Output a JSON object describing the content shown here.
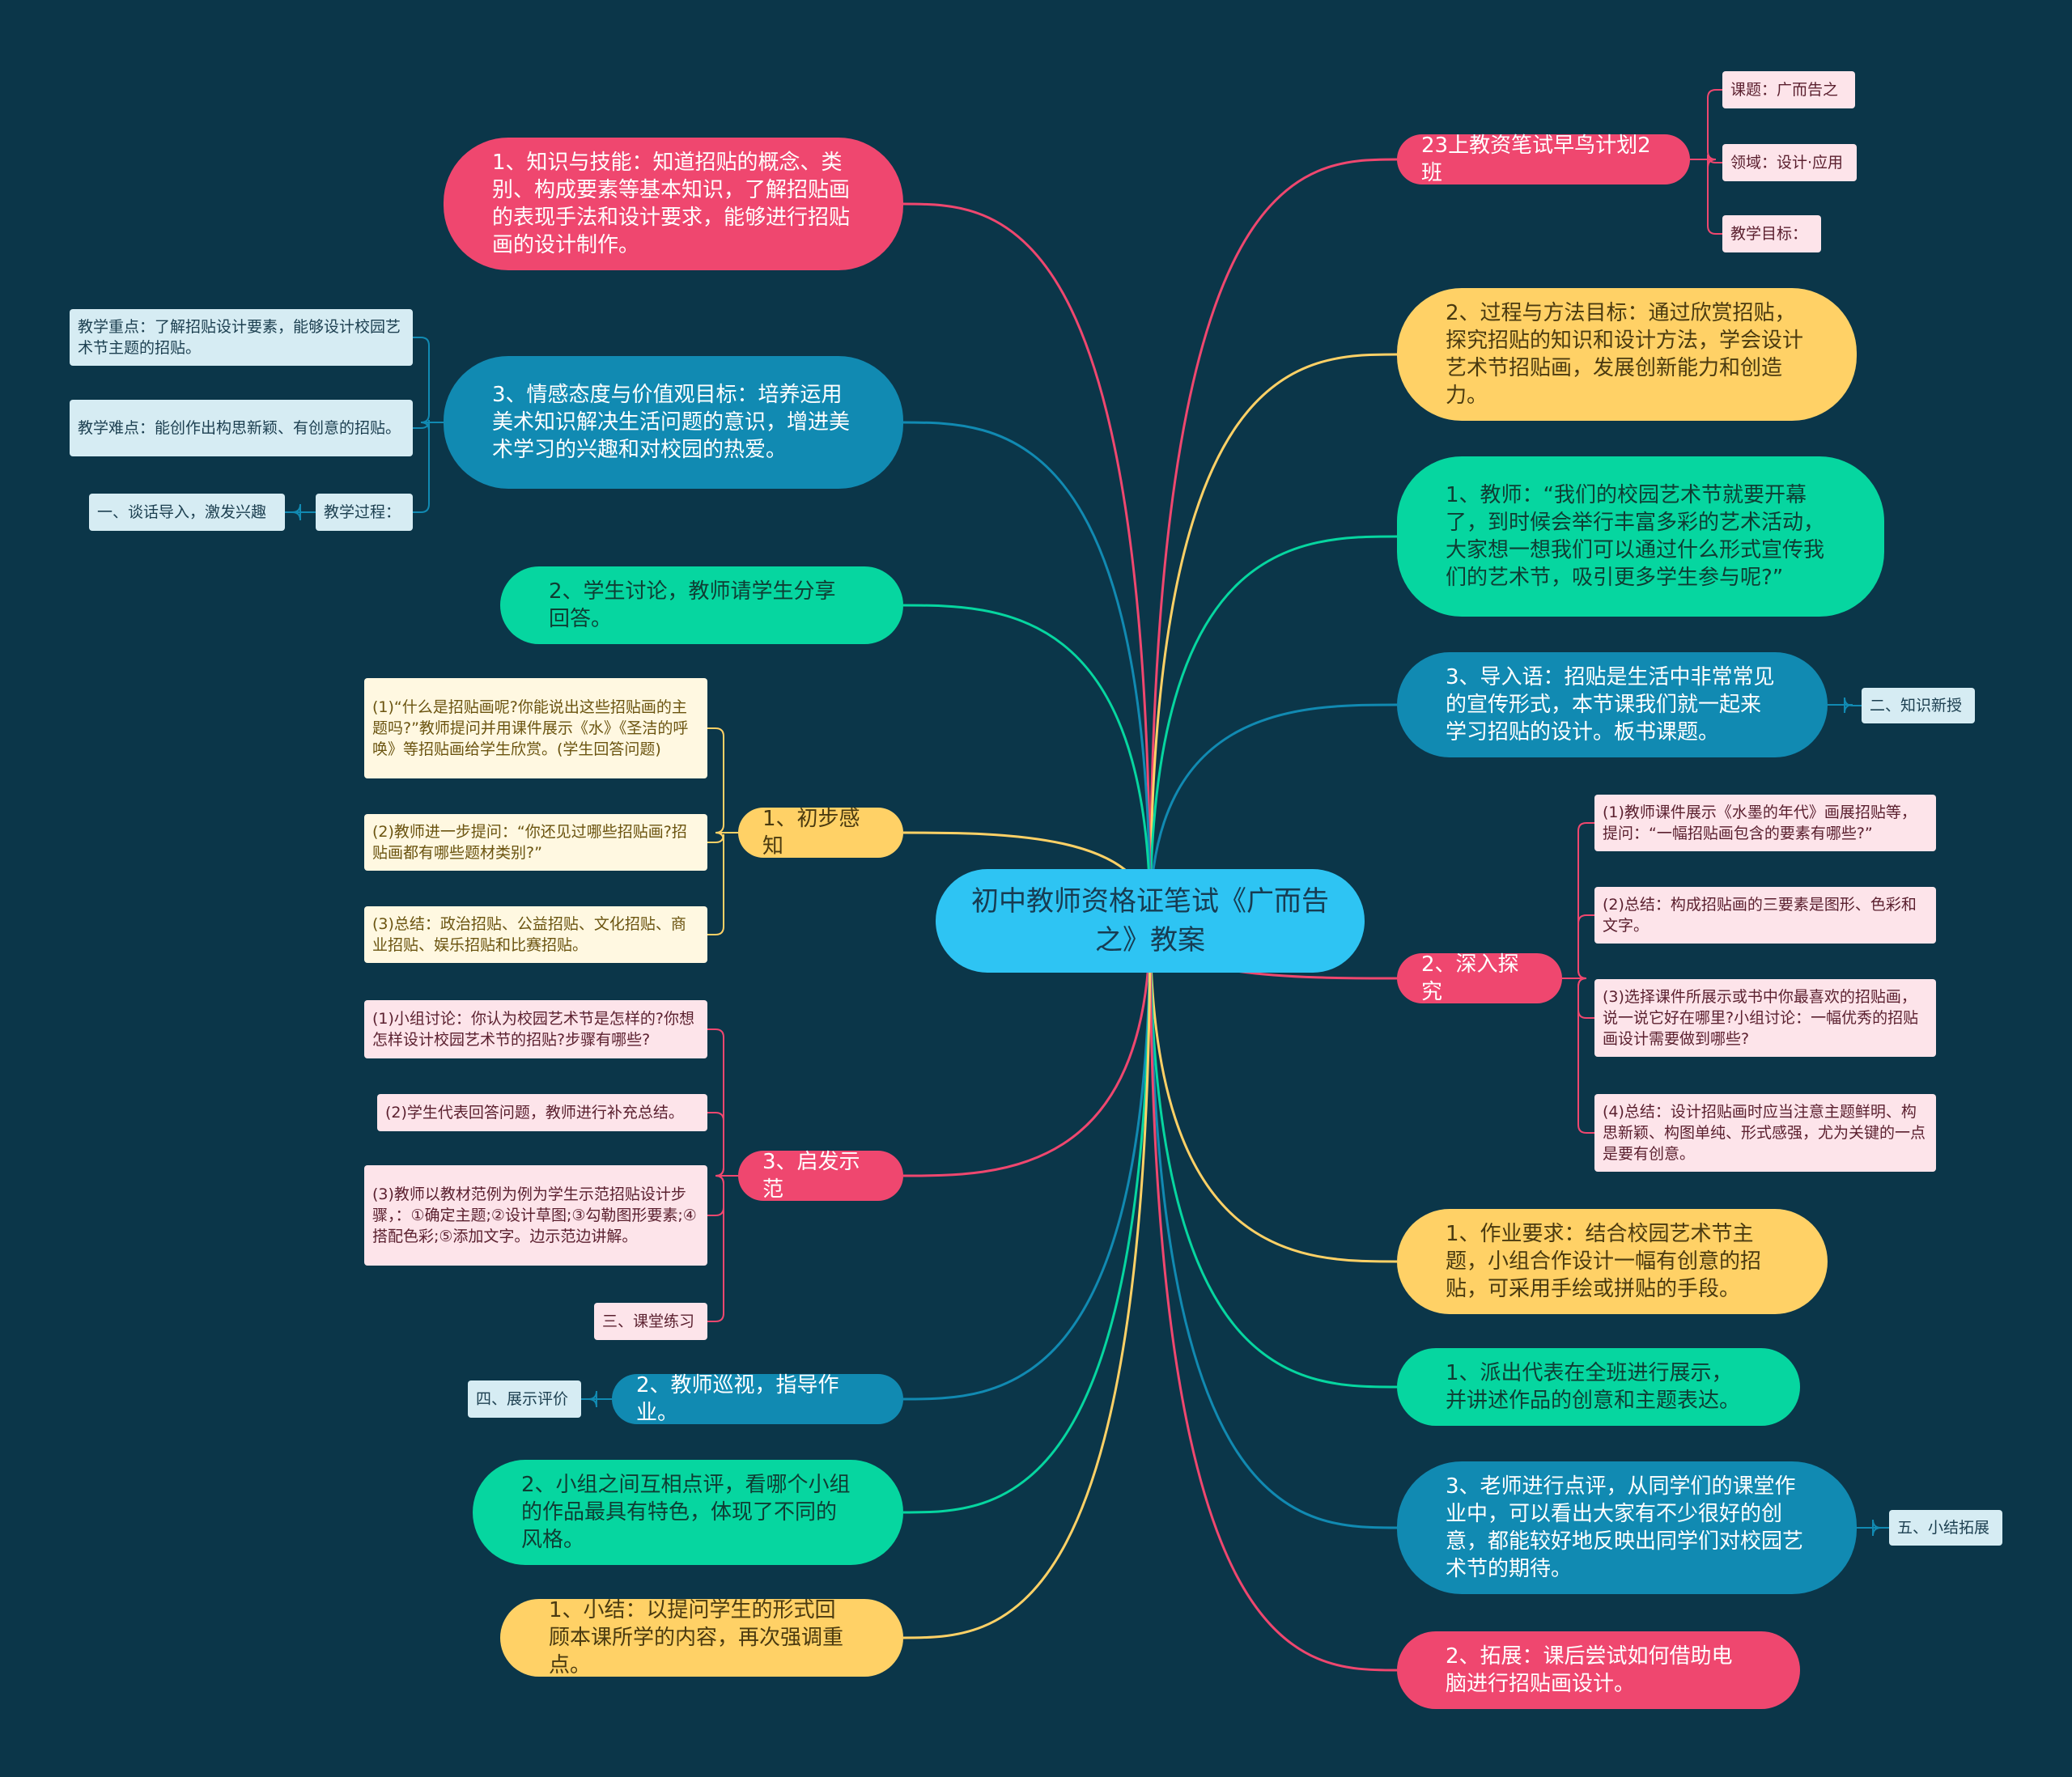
{
  "center": "初中教师资格证笔试《广而告之》教案",
  "right": {
    "class23": "23上教资笔试早鸟计划2班",
    "class23_leaves": [
      "课题：广而告之",
      "领域：设计·应用",
      "教学目标："
    ],
    "process_goal": "2、过程与方法目标：通过欣赏招贴，探究招贴的知识和设计方法，学会设计艺术节招贴画，发展创新能力和创造力。",
    "teacher_intro": "1、教师：“我们的校园艺术节就要开幕了，到时候会举行丰富多彩的艺术活动，大家想一想我们可以通过什么形式宣传我们的艺术节，吸引更多学生参与呢?”",
    "lead_in": "3、导入语：招贴是生活中非常常见的宣传形式，本节课我们就一起来学习招贴的设计。板书课题。",
    "lead_in_leaf": "二、知识新授",
    "deep": "2、深入探究",
    "deep_leaves": [
      "(1)教师课件展示《水墨的年代》画展招贴等，提问：“一幅招贴画包含的要素有哪些?”",
      "(2)总结：构成招贴画的三要素是图形、色彩和文字。",
      "(3)选择课件所展示或书中你最喜欢的招贴画，说一说它好在哪里?小组讨论：一幅优秀的招贴画设计需要做到哪些?",
      "(4)总结：设计招贴画时应当注意主题鲜明、构思新颖、构图单纯、形式感强，尤为关键的一点是要有创意。"
    ],
    "homework": "1、作业要求：结合校园艺术节主题，小组合作设计一幅有创意的招贴，可采用手绘或拼贴的手段。",
    "show": "1、派出代表在全班进行展示，并讲述作品的创意和主题表达。",
    "comment": "3、老师进行点评，从同学们的课堂作业中，可以看出大家有不少很好的创意，都能较好地反映出同学们对校园艺术节的期待。",
    "comment_leaf": "五、小结拓展",
    "extend": "2、拓展：课后尝试如何借助电脑进行招贴画设计。"
  },
  "left": {
    "knowledge_goal": "1、知识与技能：知道招贴的概念、类别、构成要素等基本知识，了解招贴画的表现手法和设计要求，能够进行招贴画的设计制作。",
    "emotion_goal": "3、情感态度与价值观目标：培养运用美术知识解决生活问题的意识，增进美术学习的兴趣和对校园的热爱。",
    "emotion_leaves": [
      "教学重点：了解招贴设计要素，能够设计校园艺术节主题的招贴。",
      "教学难点：能创作出构思新颖、有创意的招贴。",
      "教学过程："
    ],
    "process_sub": "一、谈话导入，激发兴趣",
    "discuss": "2、学生讨论，教师请学生分享回答。",
    "perceive": "1、初步感知",
    "perceive_leaves": [
      "(1)“什么是招贴画呢?你能说出这些招贴画的主题吗?”教师提问并用课件展示《水》《圣洁的呼唤》等招贴画给学生欣赏。(学生回答问题)",
      "(2)教师进一步提问：“你还见过哪些招贴画?招贴画都有哪些题材类别?”",
      "(3)总结：政治招贴、公益招贴、文化招贴、商业招贴、娱乐招贴和比赛招贴。"
    ],
    "demo": "3、启发示范",
    "demo_leaves": [
      "(1)小组讨论：你认为校园艺术节是怎样的?你想怎样设计校园艺术节的招贴?步骤有哪些?",
      "(2)学生代表回答问题，教师进行补充总结。",
      "(3)教师以教材范例为例为学生示范招贴设计步骤，：①确定主题;②设计草图;③勾勒图形要素;④搭配色彩;⑤添加文字。边示范边讲解。",
      "三、课堂练习"
    ],
    "patrol": "2、教师巡视，指导作业。",
    "patrol_leaf": "四、展示评价",
    "peer": "2、小组之间互相点评，看哪个小组的作品最具有特色，体现了不同的风格。",
    "summary": "1、小结：以提问学生的形式回顾本课所学的内容，再次强调重点。"
  },
  "colors": {
    "background": "#0b3649",
    "center": "#2ec4f3",
    "red": "#ef476f",
    "yellow": "#ffd166",
    "green": "#06d6a0",
    "blue": "#118ab2"
  }
}
